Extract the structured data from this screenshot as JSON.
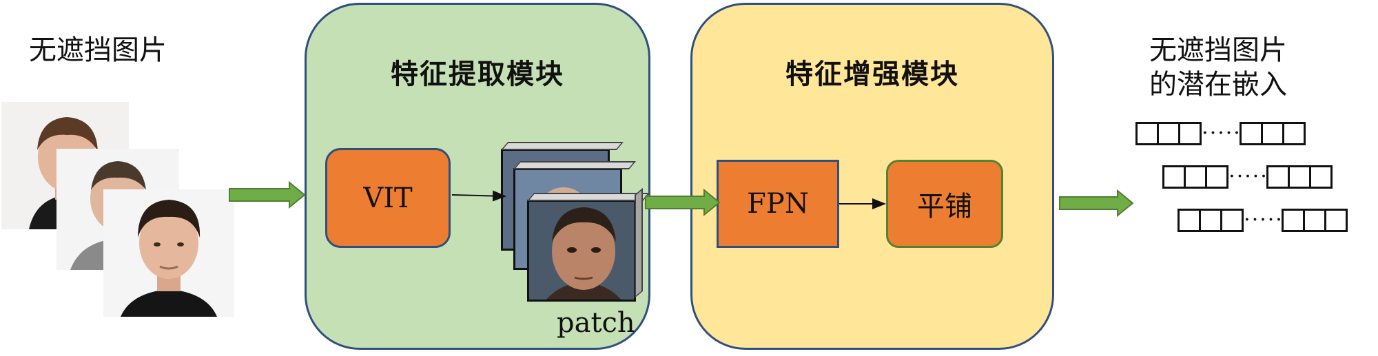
{
  "input": {
    "label": "无遮挡图片"
  },
  "feature_extraction": {
    "title": "特征提取模块",
    "vit_label": "VIT",
    "patch_label": "patch"
  },
  "feature_enhancement": {
    "title": "特征增强模块",
    "fpn_label": "FPN",
    "tile_label": "平铺"
  },
  "output": {
    "label_line1": "无遮挡图片",
    "label_line2": "的潜在嵌入",
    "ellipsis": "·····"
  },
  "colors": {
    "extraction_panel": "#c5e0b4",
    "enhancement_panel": "#ffe699",
    "module_box": "#ed7d31",
    "arrow_green": "#70ad47"
  }
}
